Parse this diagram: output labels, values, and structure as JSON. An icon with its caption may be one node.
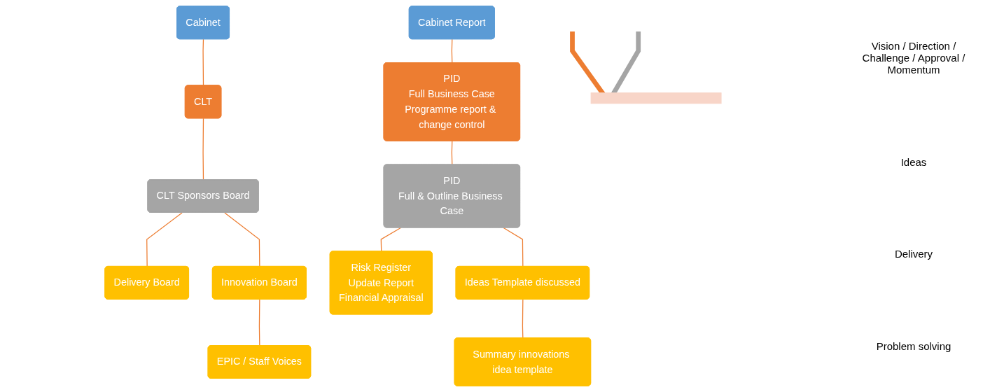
{
  "diagram": {
    "nodes": [
      {
        "text": [
          "Cabinet"
        ]
      },
      {
        "text": [
          "CLT"
        ]
      },
      {
        "text": [
          "CLT Sponsors Board"
        ]
      },
      {
        "text": [
          "Delivery Board"
        ]
      },
      {
        "text": [
          "Innovation Board"
        ]
      },
      {
        "text": [
          "EPIC / Staff Voices"
        ]
      },
      {
        "text": [
          "Cabinet Report"
        ]
      },
      {
        "text": [
          "PID",
          "Full Business Case",
          "Programme report & change control"
        ]
      },
      {
        "text": [
          "PID",
          "Full & Outline Business Case"
        ]
      },
      {
        "text": [
          "Risk Register",
          "Update Report",
          "Financial Appraisal"
        ]
      },
      {
        "text": [
          "Ideas Template discussed"
        ]
      },
      {
        "text": [
          "Summary innovations idea template"
        ]
      },
      {
        "text": [],
        "shape": "bar"
      }
    ],
    "edges": [
      {
        "from": 0,
        "to": 1,
        "arrow": "none"
      },
      {
        "from": 1,
        "to": 2,
        "arrow": "none"
      },
      {
        "from": 2,
        "to": 3,
        "arrow": "none"
      },
      {
        "from": 2,
        "to": 4,
        "arrow": "none"
      },
      {
        "from": 4,
        "to": 5,
        "arrow": "none"
      },
      {
        "from": 6,
        "to": 7,
        "arrow": "none"
      },
      {
        "from": 7,
        "to": 8,
        "arrow": "none"
      },
      {
        "from": 8,
        "to": 9,
        "arrow": "none"
      },
      {
        "from": 8,
        "to": 10,
        "arrow": "none"
      },
      {
        "from": 10,
        "to": 11,
        "arrow": "none"
      },
      {
        "from": null,
        "to": 12,
        "arrow": "to",
        "style": "thick",
        "color": "#ed7d31"
      },
      {
        "from": null,
        "to": 12,
        "arrow": "to",
        "style": "thick",
        "color": "#a5a5a5"
      }
    ],
    "labels": [
      "Vision / Direction / Challenge / Approval / Momentum",
      "Ideas",
      "Delivery",
      "Problem solving"
    ]
  }
}
